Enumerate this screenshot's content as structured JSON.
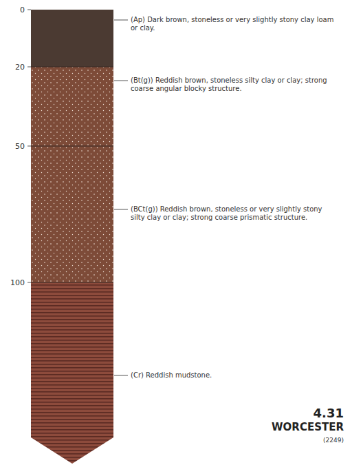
{
  "diagram": {
    "labels": [
      "0",
      "20",
      "50",
      "100",
      "(Ap) Dark brown, stoneless or very slightly stony clay loam or clay.",
      "(Bt(g)) Reddish brown, stoneless silty clay or clay; strong coarse angular blocky structure.",
      "(BCt(g)) Reddish brown, stoneless or very slightly stony silty clay or clay; strong coarse prismatic structure.",
      "(Cr) Reddish mudstone.",
      "4.31",
      "WORCESTER",
      "(2249)"
    ]
  }
}
